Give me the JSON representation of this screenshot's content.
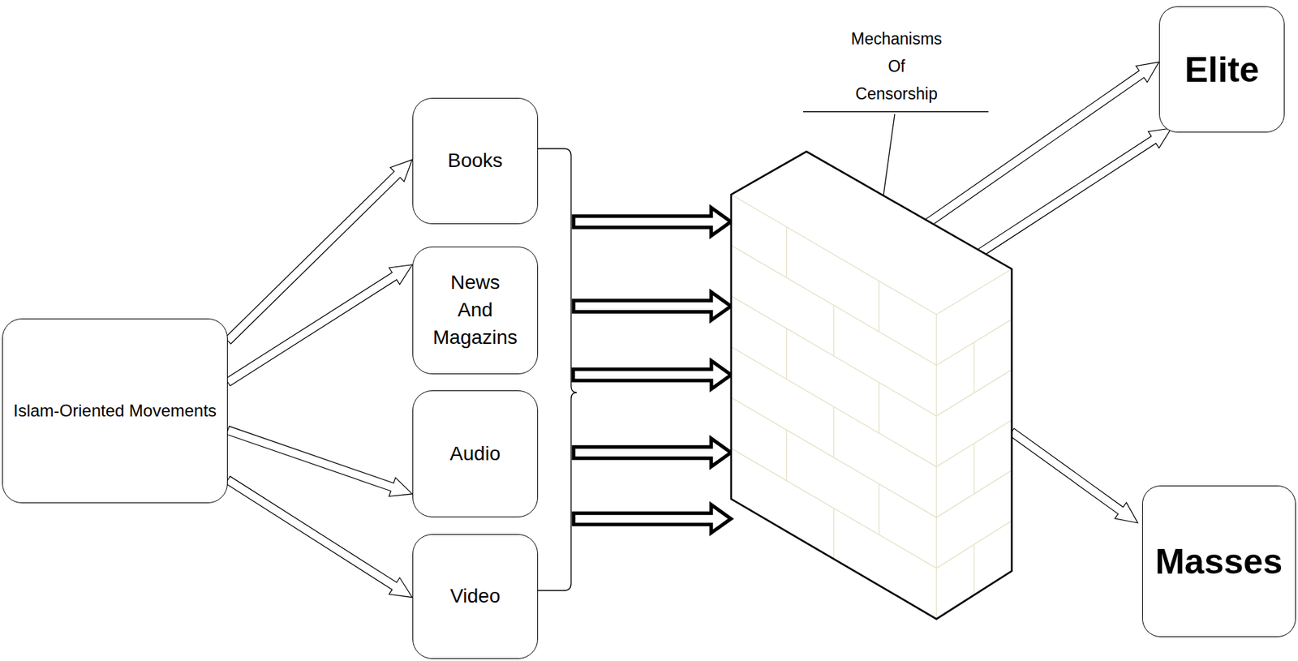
{
  "diagram": {
    "nodes": [
      {
        "text": [
          "Islam-Oriented Movements"
        ]
      },
      {
        "text": [
          "Books"
        ]
      },
      {
        "text": [
          "News And Magazins"
        ]
      },
      {
        "text": [
          "Audio"
        ]
      },
      {
        "text": [
          "Video"
        ]
      },
      {
        "text": [
          "Mechanisms Of Censorship"
        ]
      },
      {
        "text": [
          "Elite"
        ]
      },
      {
        "text": [
          "Masses"
        ]
      }
    ],
    "edges": [
      {
        "from": 0,
        "to": 1,
        "arrow": "to"
      },
      {
        "from": 0,
        "to": 2,
        "arrow": "to"
      },
      {
        "from": 0,
        "to": 3,
        "arrow": "to"
      },
      {
        "from": 0,
        "to": 4,
        "arrow": "to"
      },
      {
        "from": 1,
        "to": 5,
        "arrow": "to"
      },
      {
        "from": 2,
        "to": 5,
        "arrow": "to"
      },
      {
        "from": 3,
        "to": 5,
        "arrow": "to"
      },
      {
        "from": 4,
        "to": 5,
        "arrow": "to"
      },
      {
        "from": 5,
        "to": 6,
        "arrow": "to"
      },
      {
        "from": 5,
        "to": 6,
        "arrow": "to"
      },
      {
        "from": 5,
        "to": 7,
        "arrow": "to"
      }
    ]
  }
}
